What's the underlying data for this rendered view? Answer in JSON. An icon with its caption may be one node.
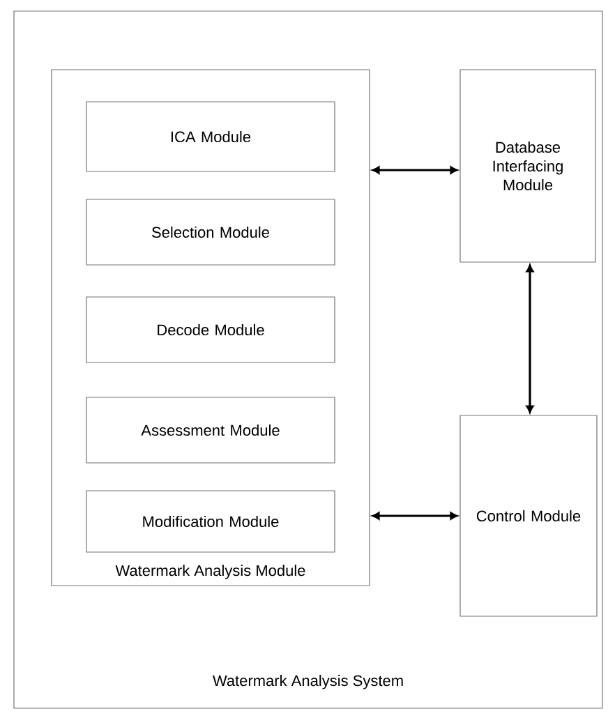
{
  "diagram": {
    "nodes": [
      {
        "text": [
          "Watermark Analysis System"
        ]
      },
      {
        "text": [
          "Watermark Analysis Module"
        ],
        "in": 0
      },
      {
        "text": [
          "ICA Module"
        ],
        "in": 1
      },
      {
        "text": [
          "Selection Module"
        ],
        "in": 1
      },
      {
        "text": [
          "Decode Module"
        ],
        "in": 1
      },
      {
        "text": [
          "Assessment Module"
        ],
        "in": 1
      },
      {
        "text": [
          "Modification Module"
        ],
        "in": 1
      },
      {
        "text": [
          "Database Interfacing Module"
        ],
        "in": 0
      },
      {
        "text": [
          "Control Module"
        ],
        "in": 0
      }
    ],
    "edges": [
      {
        "from": 1,
        "to": 7,
        "arrow": "both"
      },
      {
        "from": 7,
        "to": 8,
        "arrow": "both"
      },
      {
        "from": 1,
        "to": 8,
        "arrow": "both"
      }
    ]
  }
}
